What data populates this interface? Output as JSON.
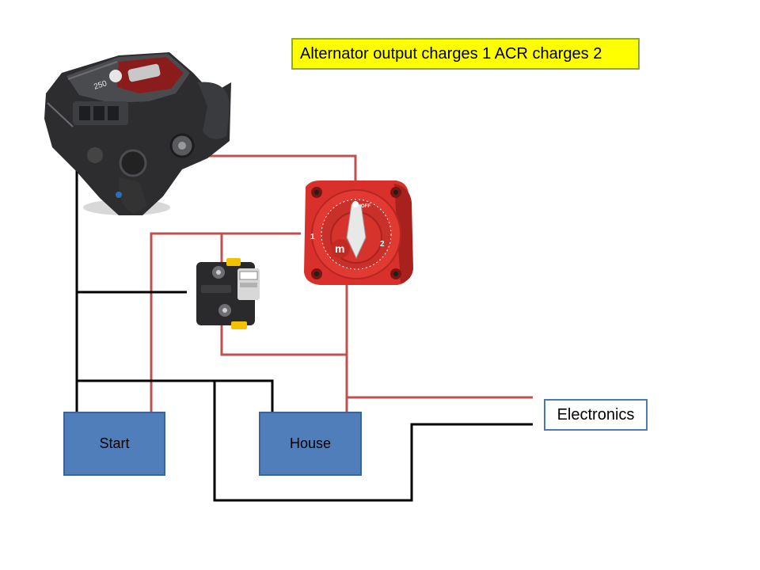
{
  "title_note": "Alternator output charges 1 ACR charges 2",
  "batteries": {
    "start": "Start",
    "house": "House"
  },
  "load": "Electronics",
  "switch": {
    "position_1": "1",
    "position_2": "2",
    "off": "OFF",
    "brand": "m"
  },
  "engine": {
    "badge": "250"
  },
  "colors": {
    "positive_wire": "#c0504d",
    "negative_wire": "#000000",
    "battery_fill": "#4f7ebb",
    "note_fill": "#ffff00",
    "switch_body": "#d9302b"
  }
}
